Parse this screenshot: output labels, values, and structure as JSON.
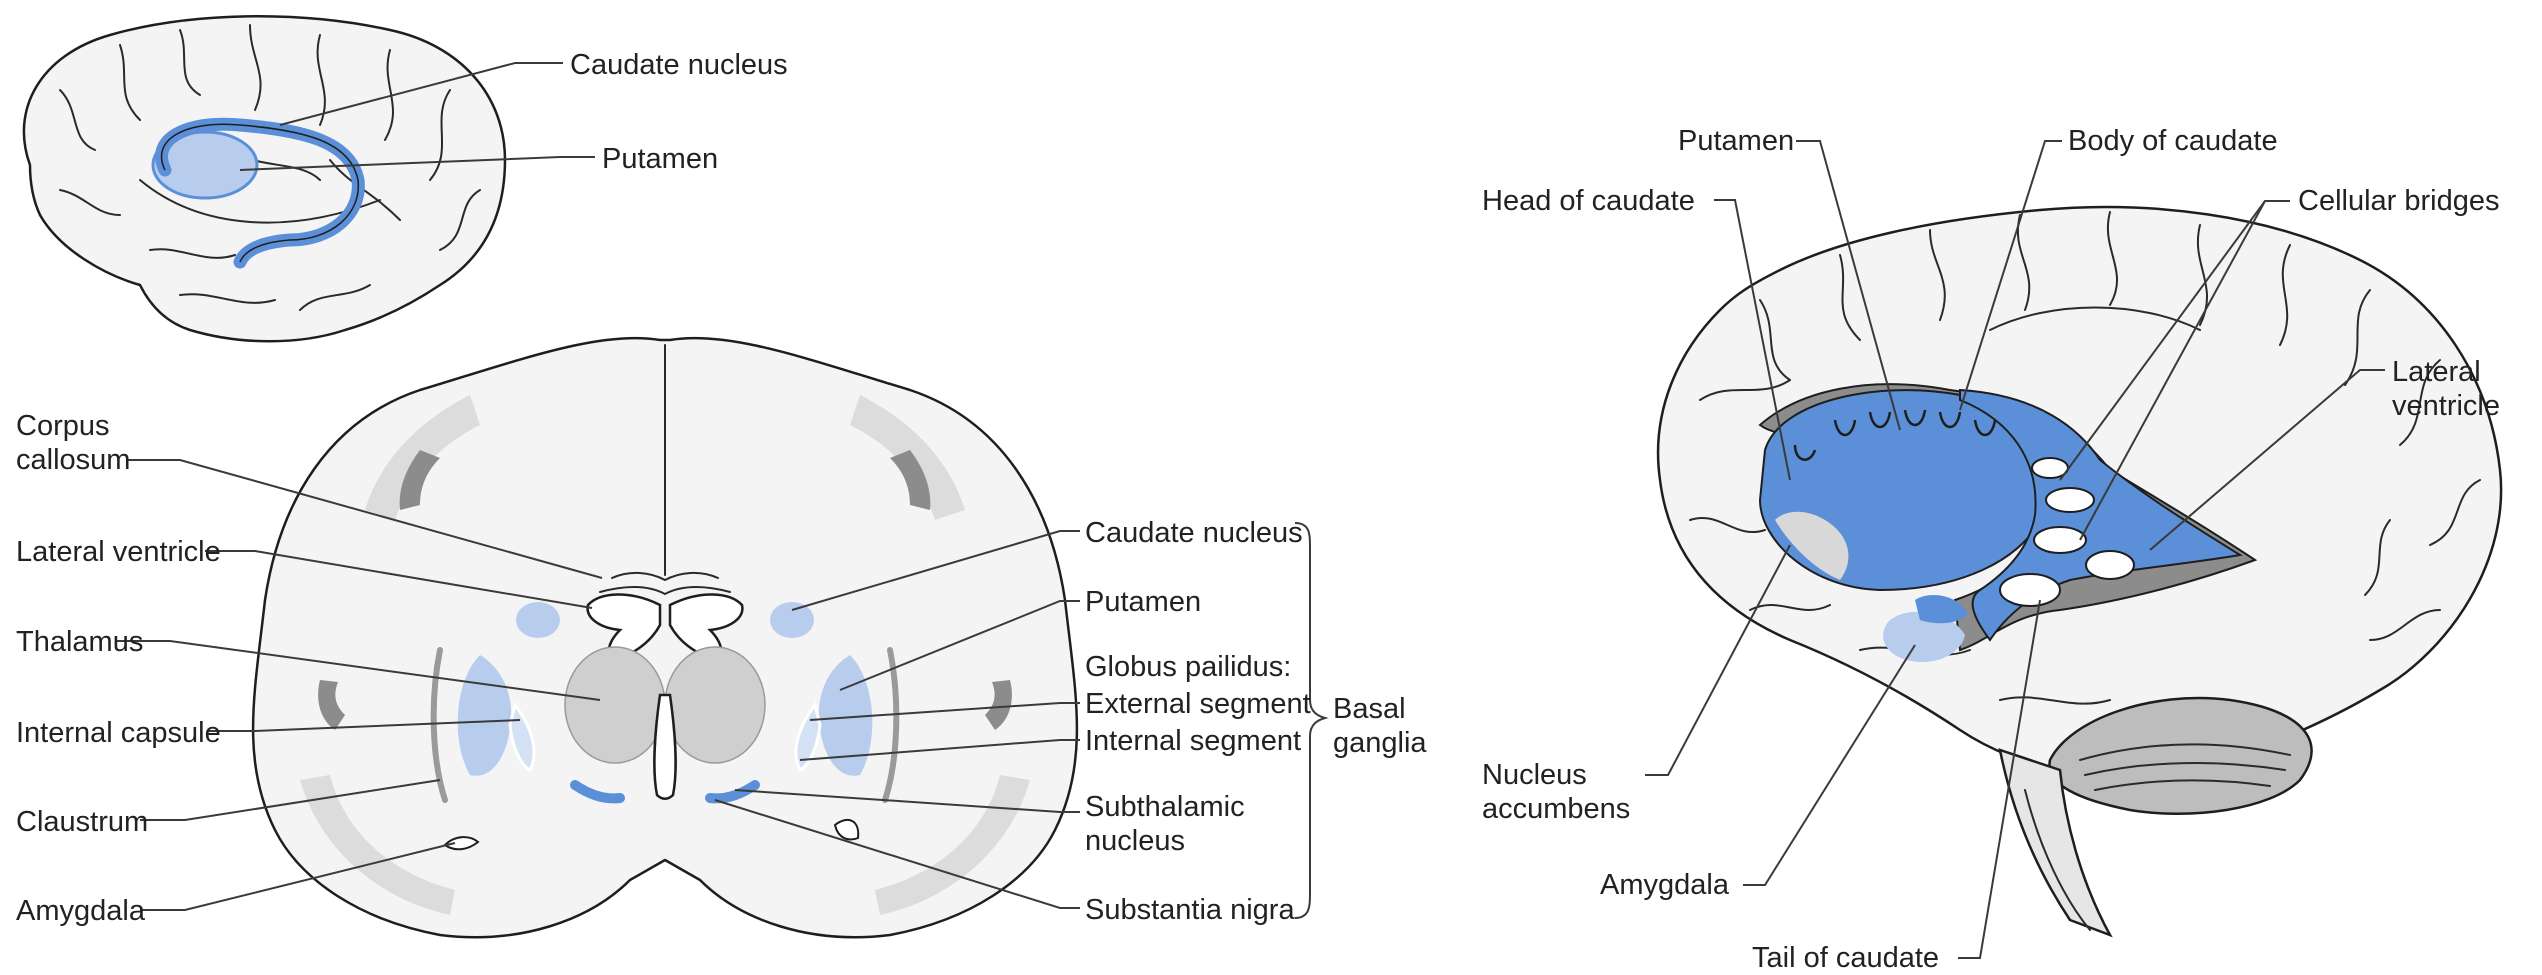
{
  "colors": {
    "basal_ganglia_blue": "#5b8fd8",
    "pale_blue": "#b8cdee",
    "brain_fill": "#f4f4f4",
    "grey_matter": "#dcdcdc",
    "ventricle_grey": "#8c8c8c",
    "outline": "#1e1e1e"
  },
  "lateral_view": {
    "caudate_nucleus": "Caudate nucleus",
    "putamen": "Putamen"
  },
  "coronal_section": {
    "left": {
      "corpus_callosum": "Corpus\ncallosum",
      "lateral_ventricle": "Lateral ventricle",
      "thalamus": "Thalamus",
      "internal_capsule": "Internal capsule",
      "claustrum": "Claustrum",
      "amygdala": "Amygdala"
    },
    "right": {
      "caudate_nucleus": "Caudate nucleus",
      "putamen": "Putamen",
      "globus_pallidus": "Globus pailidus:",
      "external_segment": "External segment",
      "internal_segment": "Internal segment",
      "subthalamic_nucleus": "Subthalamic\nnucleus",
      "substantia_nigra": "Substantia nigra"
    },
    "bracket_label": "Basal\nganglia"
  },
  "three_d_view": {
    "putamen": "Putamen",
    "body_of_caudate": "Body of caudate",
    "head_of_caudate": "Head of caudate",
    "cellular_bridges": "Cellular bridges",
    "lateral_ventricle": "Lateral\nventricle",
    "nucleus_accumbens": "Nucleus\naccumbens",
    "amygdala": "Amygdala",
    "tail_of_caudate": "Tail of caudate"
  }
}
